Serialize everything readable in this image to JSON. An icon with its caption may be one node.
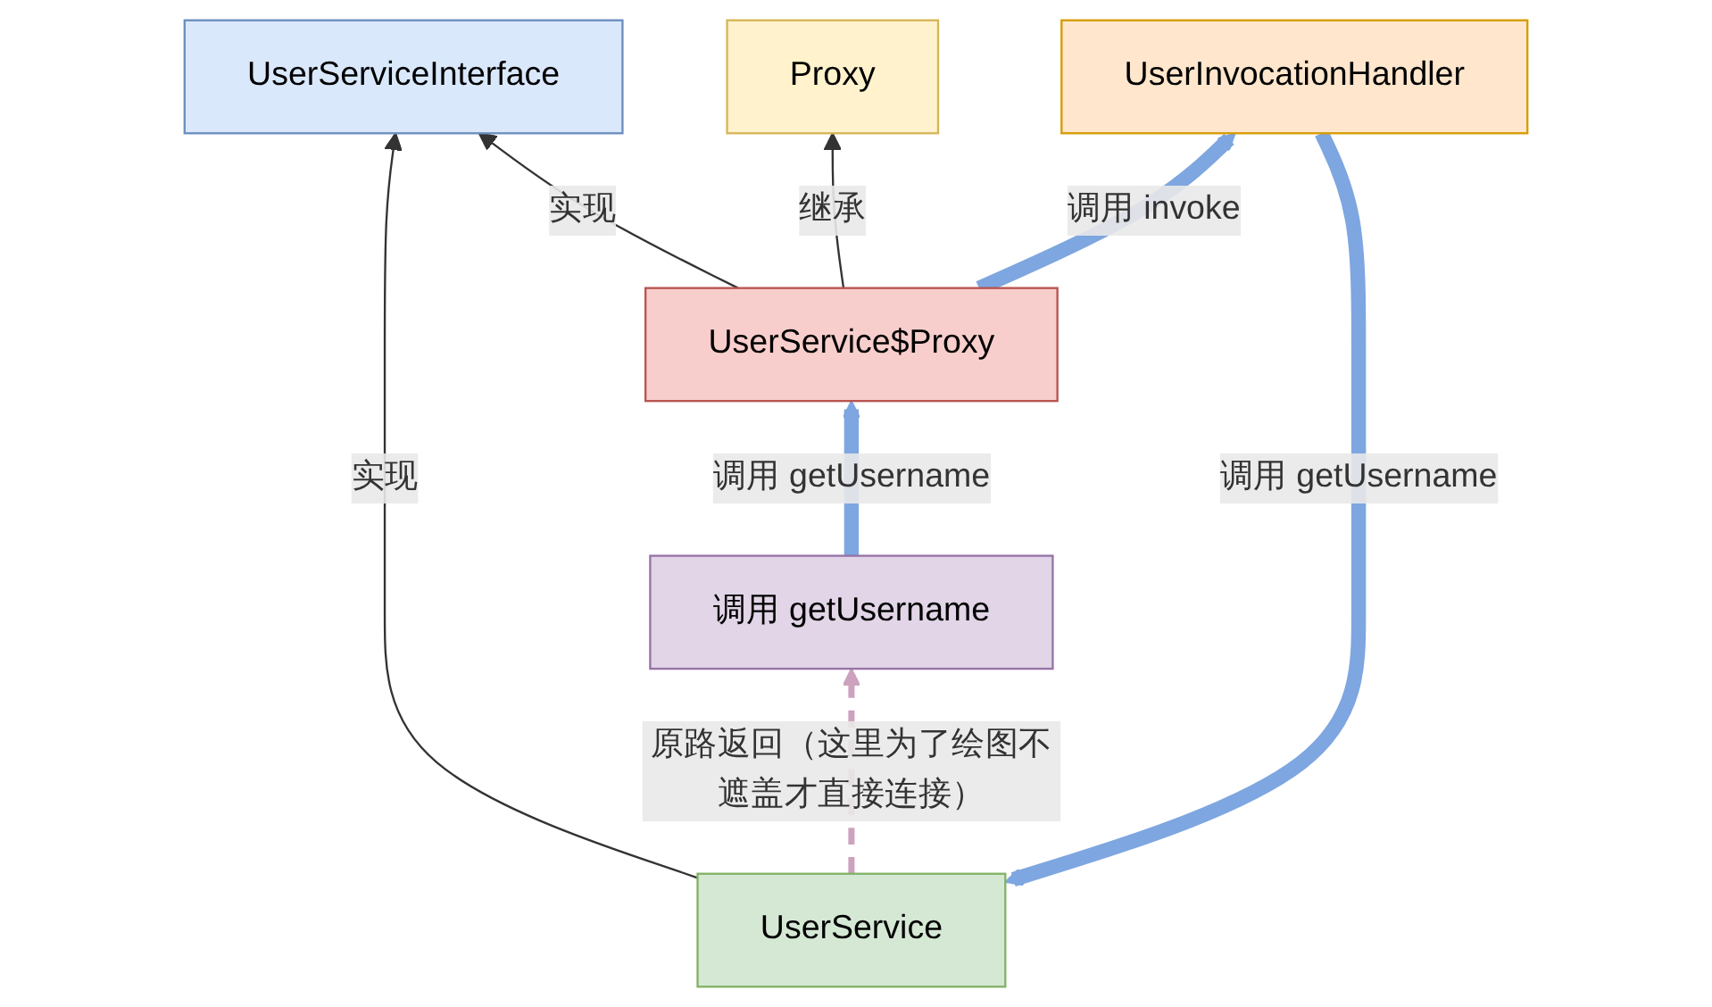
{
  "diagram": {
    "nodes": [
      {
        "text": [
          "UserServiceInterface"
        ]
      },
      {
        "text": [
          "Proxy"
        ]
      },
      {
        "text": [
          "UserService"
        ]
      },
      {
        "text": [
          "UserService$Proxy"
        ]
      },
      {
        "text": [
          "UserInvocationHandler"
        ]
      },
      {
        "text": [
          "调用 getUsername"
        ]
      }
    ],
    "edges": [
      {
        "from": 2,
        "to": 0,
        "arrow": "to",
        "label": "实现"
      },
      {
        "from": 3,
        "to": 0,
        "arrow": "to",
        "label": "实现"
      },
      {
        "from": 3,
        "to": 1,
        "arrow": "to",
        "label": "继承"
      },
      {
        "from": 4,
        "to": 2,
        "arrow": "to",
        "label": "调用 getUsername",
        "style": "thick",
        "color": "#7ea6e0"
      },
      {
        "from": 3,
        "to": 4,
        "arrow": "to",
        "label": "调用 invoke",
        "style": "thick",
        "color": "#7ea6e0"
      },
      {
        "from": 5,
        "to": 3,
        "arrow": "to",
        "label": "调用 getUsername",
        "style": "thick",
        "color": "#7ea6e0"
      },
      {
        "from": 2,
        "to": 5,
        "arrow": "to",
        "label": "原路返回（这里为了绘图不遮盖才直接连接）",
        "style": "dashed",
        "color": "#cda2be"
      }
    ]
  }
}
